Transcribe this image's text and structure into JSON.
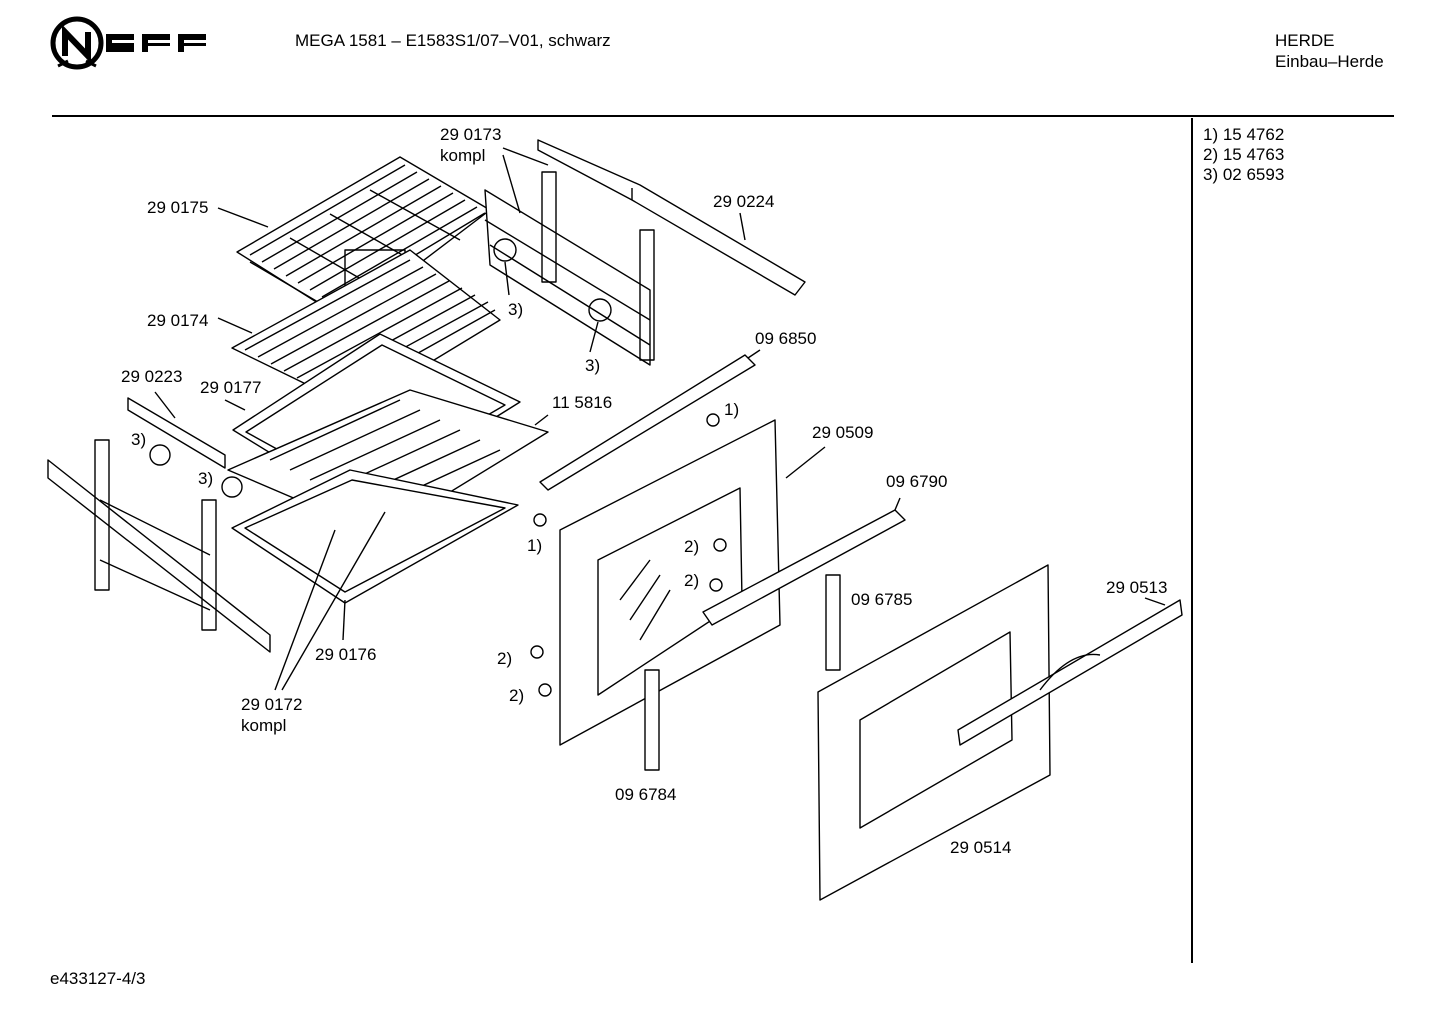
{
  "header": {
    "model_line": "MEGA 1581 – E1583S1/07–V01, schwarz",
    "category": "HERDE",
    "subcategory": "Einbau–Herde"
  },
  "logo": {
    "name": "neff-logo",
    "letters": "NEFF"
  },
  "footnotes": [
    "1) 15 4762",
    "2) 15 4763",
    "3) 02 6593"
  ],
  "footer_code": "e433127-4/3",
  "part_labels": {
    "p290173": "29 0173",
    "p290173_kompl": "kompl",
    "p290175": "29 0175",
    "p290224": "29 0224",
    "p290174": "29 0174",
    "p096850": "09 6850",
    "p290223": "29 0223",
    "p290177": "29 0177",
    "p115816": "11 5816",
    "p290509": "29 0509",
    "p096790": "09 6790",
    "p096785": "09 6785",
    "p290513": "29 0513",
    "p290176": "29 0176",
    "p290172": "29 0172",
    "p290172_kompl": "kompl",
    "p096784": "09 6784",
    "p290514": "29 0514"
  },
  "callouts": {
    "c3_a": "3)",
    "c3_b": "3)",
    "c3_c": "3)",
    "c3_d": "3)",
    "c1_a": "1)",
    "c1_b": "1)",
    "c2_a": "2)",
    "c2_b": "2)",
    "c2_c": "2)",
    "c2_d": "2)"
  }
}
